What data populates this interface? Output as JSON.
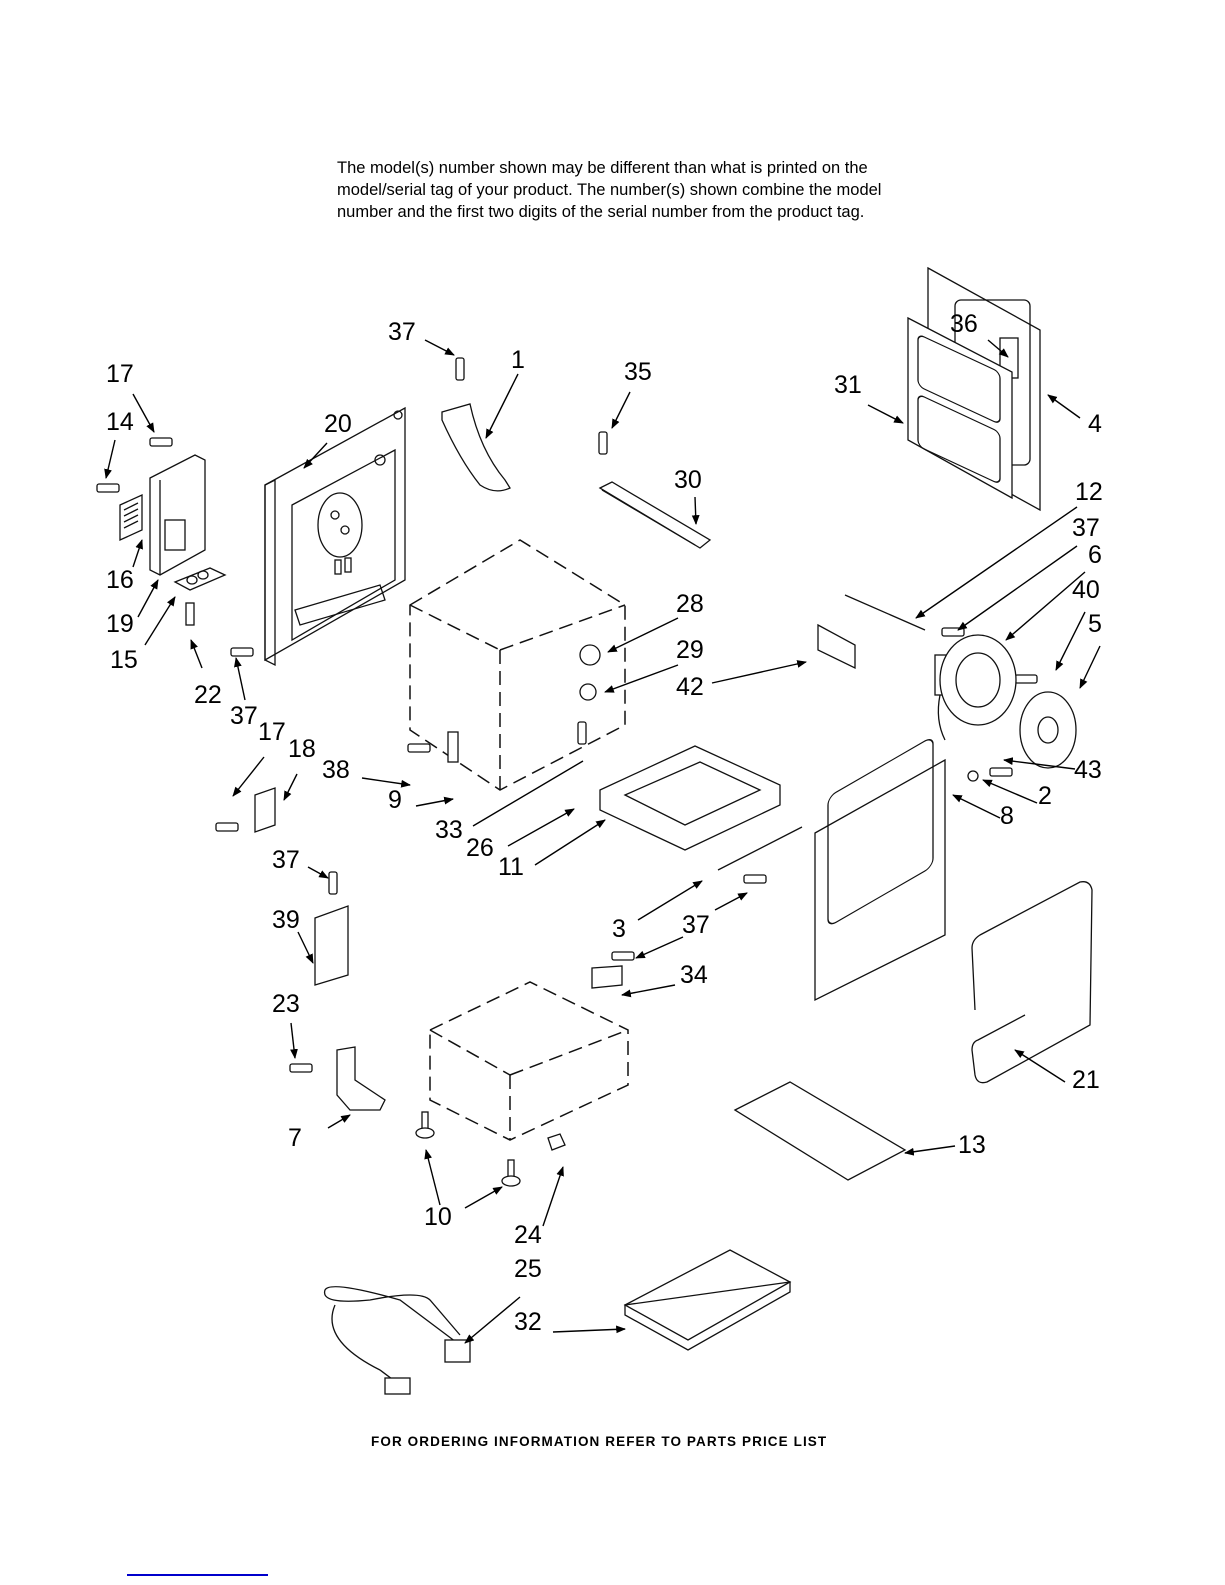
{
  "disclaimer": {
    "lines": [
      "The model(s) number shown may be different than what is printed on the",
      "model/serial tag of your product. The number(s) shown combine the model",
      "number and the first two digits of the serial number from the product tag."
    ]
  },
  "footer": "FOR ORDERING INFORMATION REFER TO PARTS PRICE LIST",
  "link_color": "#0000cc",
  "callouts": [
    {
      "id": "c37a",
      "label": "37",
      "part": "screw"
    },
    {
      "id": "c1",
      "label": "1",
      "part": "handle-bracket"
    },
    {
      "id": "c35",
      "label": "35",
      "part": "screw"
    },
    {
      "id": "c30",
      "label": "30",
      "part": "bracket"
    },
    {
      "id": "c17a",
      "label": "17",
      "part": "screw"
    },
    {
      "id": "c14",
      "label": "14",
      "part": "screw"
    },
    {
      "id": "c20",
      "label": "20",
      "part": "rear-panel"
    },
    {
      "id": "c16",
      "label": "16",
      "part": "vent-grille"
    },
    {
      "id": "c19",
      "label": "19",
      "part": "terminal-cover"
    },
    {
      "id": "c15",
      "label": "15",
      "part": "terminal-plate"
    },
    {
      "id": "c22",
      "label": "22",
      "part": "screw"
    },
    {
      "id": "c37b",
      "label": "37",
      "part": "screw"
    },
    {
      "id": "c31",
      "label": "31",
      "part": "side-panel-inner"
    },
    {
      "id": "c36",
      "label": "36",
      "part": "label"
    },
    {
      "id": "c4",
      "label": "4",
      "part": "side-panel"
    },
    {
      "id": "c12",
      "label": "12",
      "part": "sensor"
    },
    {
      "id": "c37c",
      "label": "37",
      "part": "screw"
    },
    {
      "id": "c6",
      "label": "6",
      "part": "convection-fan-motor"
    },
    {
      "id": "c40",
      "label": "40",
      "part": "screw"
    },
    {
      "id": "c5",
      "label": "5",
      "part": "fan-cover"
    },
    {
      "id": "c28",
      "label": "28",
      "part": "lamp-socket"
    },
    {
      "id": "c29",
      "label": "29",
      "part": "bulb"
    },
    {
      "id": "c42",
      "label": "42",
      "part": "shield"
    },
    {
      "id": "c17b",
      "label": "17",
      "part": "screw"
    },
    {
      "id": "c18",
      "label": "18",
      "part": "bracket"
    },
    {
      "id": "c38",
      "label": "38",
      "part": "screw"
    },
    {
      "id": "c9",
      "label": "9",
      "part": "hinge-receptacle"
    },
    {
      "id": "c33",
      "label": "33",
      "part": "oven-cavity"
    },
    {
      "id": "c26",
      "label": "26",
      "part": "clip"
    },
    {
      "id": "c11",
      "label": "11",
      "part": "cooktop-frame"
    },
    {
      "id": "c43",
      "label": "43",
      "part": "screw"
    },
    {
      "id": "c2",
      "label": "2",
      "part": "washer"
    },
    {
      "id": "c8",
      "label": "8",
      "part": "front-frame"
    },
    {
      "id": "c37d",
      "label": "37",
      "part": "screw"
    },
    {
      "id": "c39",
      "label": "39",
      "part": "bracket"
    },
    {
      "id": "c3",
      "label": "3",
      "part": "trim"
    },
    {
      "id": "c37e",
      "label": "37",
      "part": "screw"
    },
    {
      "id": "c34",
      "label": "34",
      "part": "bracket"
    },
    {
      "id": "c21",
      "label": "21",
      "part": "gasket"
    },
    {
      "id": "c23",
      "label": "23",
      "part": "screw"
    },
    {
      "id": "c7",
      "label": "7",
      "part": "anti-tip-bracket"
    },
    {
      "id": "c13",
      "label": "13",
      "part": "bottom-panel"
    },
    {
      "id": "c10",
      "label": "10",
      "part": "leveling-leg"
    },
    {
      "id": "c24",
      "label": "24",
      "part": "clip"
    },
    {
      "id": "c25",
      "label": "25",
      "part": "power-cord"
    },
    {
      "id": "c32",
      "label": "32",
      "part": "base-pan"
    }
  ]
}
